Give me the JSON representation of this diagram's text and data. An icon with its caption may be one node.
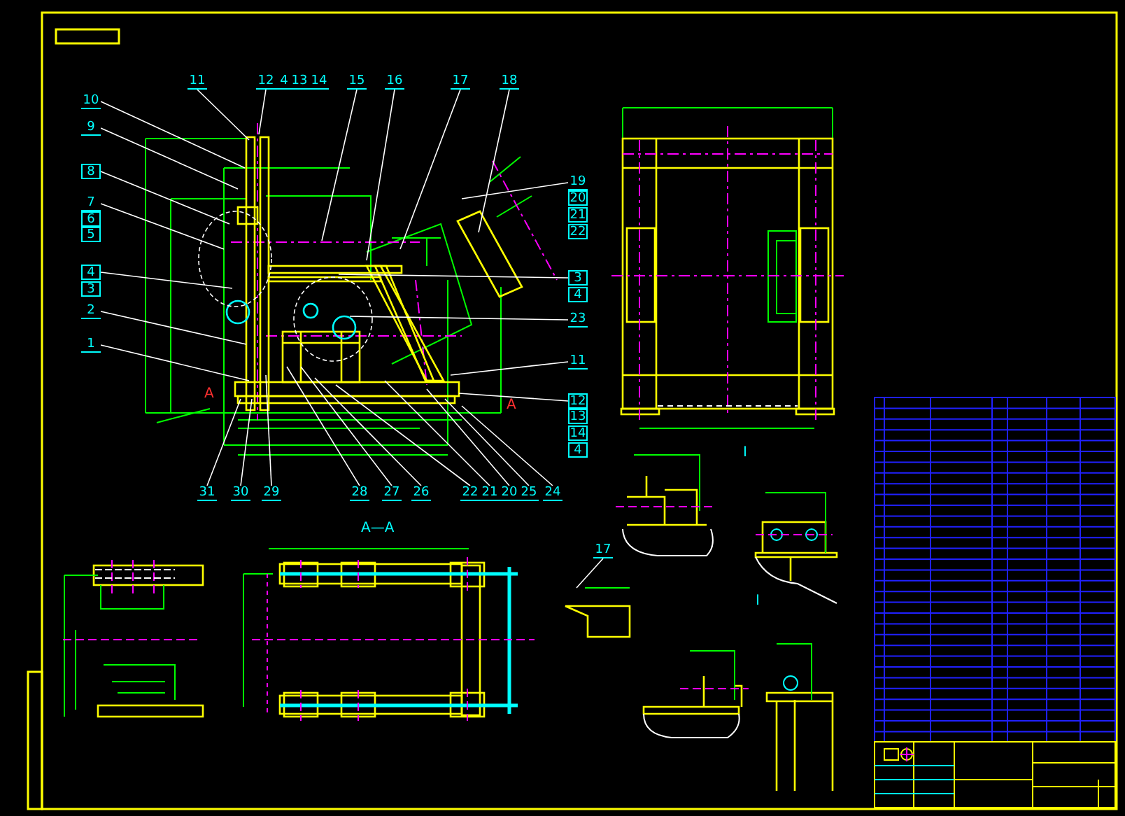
{
  "diagram": {
    "nodes": [
      {
        "text": [
          "11"
        ]
      },
      {
        "text": [
          "12"
        ]
      },
      {
        "text": [
          "4"
        ]
      },
      {
        "text": [
          "13"
        ]
      },
      {
        "text": [
          "14"
        ]
      },
      {
        "text": [
          "15"
        ]
      },
      {
        "text": [
          "16"
        ]
      },
      {
        "text": [
          "17"
        ]
      },
      {
        "text": [
          "18"
        ]
      },
      {
        "text": [
          "10"
        ]
      },
      {
        "text": [
          "9"
        ]
      },
      {
        "text": [
          "8"
        ]
      },
      {
        "text": [
          "7"
        ]
      },
      {
        "text": [
          "6"
        ]
      },
      {
        "text": [
          "5"
        ]
      },
      {
        "text": [
          "4"
        ]
      },
      {
        "text": [
          "3"
        ]
      },
      {
        "text": [
          "2"
        ]
      },
      {
        "text": [
          "1"
        ]
      },
      {
        "text": [
          "19"
        ]
      },
      {
        "text": [
          "20"
        ]
      },
      {
        "text": [
          "21"
        ]
      },
      {
        "text": [
          "22"
        ]
      },
      {
        "text": [
          "3"
        ]
      },
      {
        "text": [
          "4"
        ]
      },
      {
        "text": [
          "23"
        ]
      },
      {
        "text": [
          "11"
        ]
      },
      {
        "text": [
          "12"
        ]
      },
      {
        "text": [
          "13"
        ]
      },
      {
        "text": [
          "14"
        ]
      },
      {
        "text": [
          "4"
        ]
      },
      {
        "text": [
          "31"
        ]
      },
      {
        "text": [
          "30"
        ]
      },
      {
        "text": [
          "29"
        ]
      },
      {
        "text": [
          "28"
        ]
      },
      {
        "text": [
          "27"
        ]
      },
      {
        "text": [
          "26"
        ]
      },
      {
        "text": [
          "22"
        ]
      },
      {
        "text": [
          "21"
        ]
      },
      {
        "text": [
          "20"
        ]
      },
      {
        "text": [
          "25"
        ]
      },
      {
        "text": [
          "24"
        ]
      },
      {
        "text": [
          "17"
        ]
      }
    ],
    "edges": [
      {
        "from": 0,
        "to": null,
        "arrow": "none"
      },
      {
        "from": 1,
        "to": null,
        "arrow": "none"
      },
      {
        "from": 5,
        "to": null,
        "arrow": "none"
      },
      {
        "from": 6,
        "to": null,
        "arrow": "none"
      },
      {
        "from": 7,
        "to": null,
        "arrow": "none"
      },
      {
        "from": 8,
        "to": null,
        "arrow": "none"
      },
      {
        "from": 9,
        "to": null,
        "arrow": "none"
      },
      {
        "from": 10,
        "to": null,
        "arrow": "none"
      },
      {
        "from": 11,
        "to": null,
        "arrow": "none"
      },
      {
        "from": 12,
        "to": null,
        "arrow": "none"
      },
      {
        "from": 15,
        "to": null,
        "arrow": "none"
      },
      {
        "from": 17,
        "to": null,
        "arrow": "none"
      },
      {
        "from": 18,
        "to": null,
        "arrow": "none"
      },
      {
        "from": 19,
        "to": null,
        "arrow": "none"
      },
      {
        "from": 23,
        "to": null,
        "arrow": "none"
      },
      {
        "from": 25,
        "to": null,
        "arrow": "none"
      },
      {
        "from": 26,
        "to": null,
        "arrow": "none"
      },
      {
        "from": 27,
        "to": null,
        "arrow": "none"
      },
      {
        "from": 31,
        "to": null,
        "arrow": "none"
      },
      {
        "from": 32,
        "to": null,
        "arrow": "none"
      },
      {
        "from": 33,
        "to": null,
        "arrow": "none"
      },
      {
        "from": 34,
        "to": null,
        "arrow": "none"
      },
      {
        "from": 35,
        "to": null,
        "arrow": "none"
      },
      {
        "from": 36,
        "to": null,
        "arrow": "none"
      },
      {
        "from": 37,
        "to": null,
        "arrow": "none"
      },
      {
        "from": 38,
        "to": null,
        "arrow": "none"
      },
      {
        "from": 39,
        "to": null,
        "arrow": "none"
      },
      {
        "from": 40,
        "to": null,
        "arrow": "none"
      },
      {
        "from": 41,
        "to": null,
        "arrow": "none"
      },
      {
        "from": 42,
        "to": null,
        "arrow": "none"
      }
    ],
    "labels": [
      "A",
      "A",
      "A—A",
      "I",
      "I"
    ]
  }
}
